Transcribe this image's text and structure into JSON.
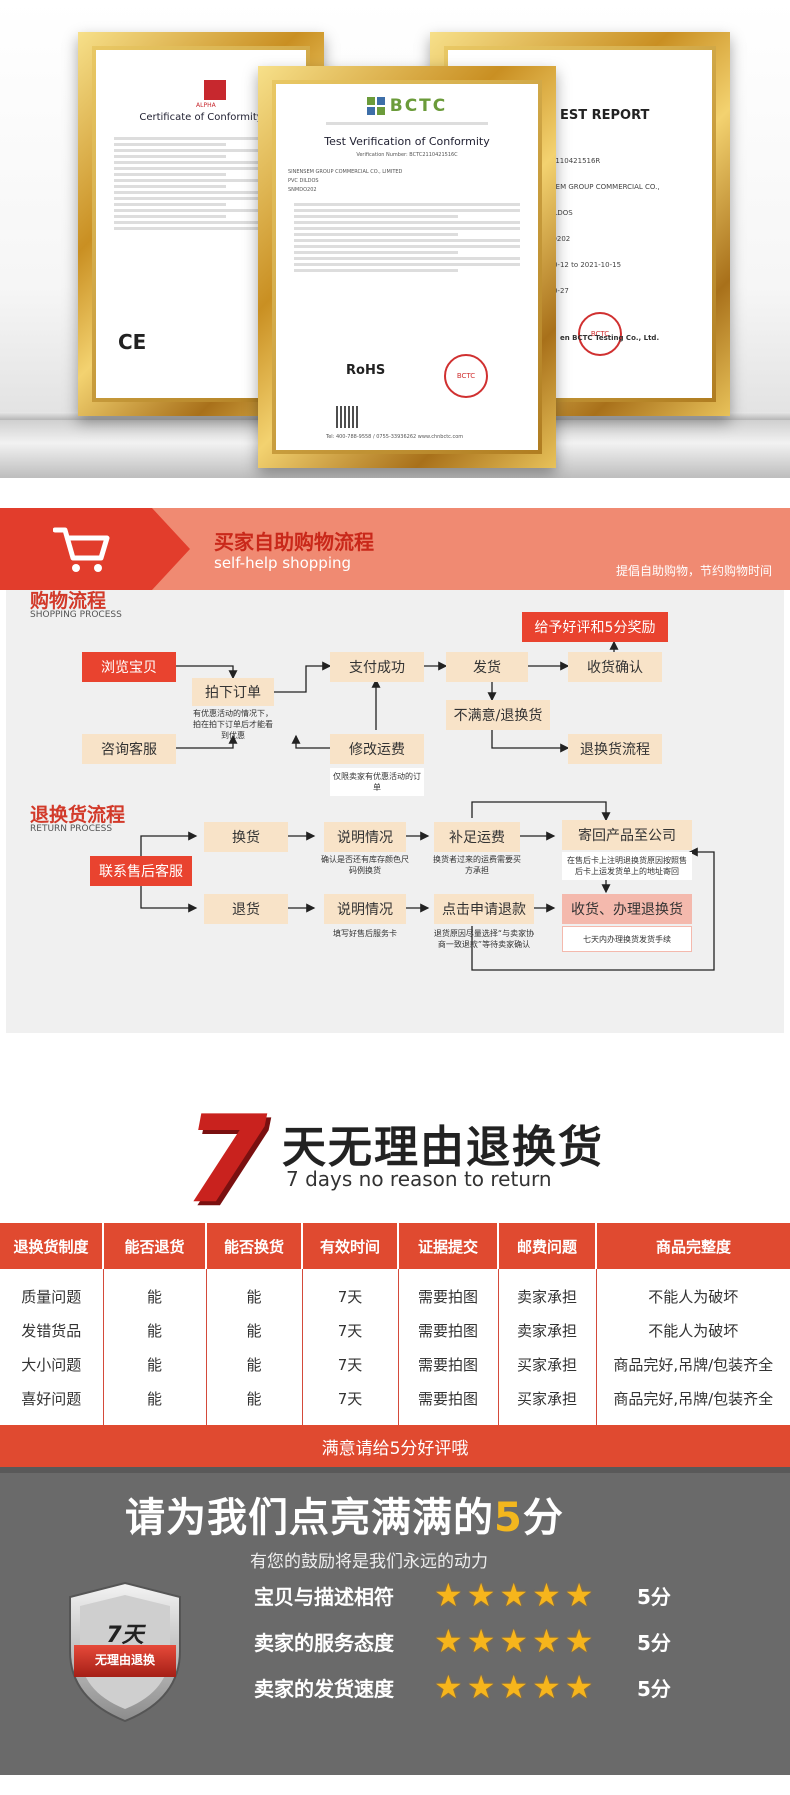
{
  "certificates": {
    "left": {
      "title": "Certificate of Conformity",
      "mark": "CE",
      "brand": "ALPHA"
    },
    "middle": {
      "logo": "BCTC",
      "title": "Test Verification of Conformity",
      "verification": "Verification Number: BCTC2110421516C",
      "applicant": "SINENSEM GROUP COMMERCIAL CO., LIMITED",
      "product_name": "PVC DILDOS",
      "product_type": "SNMDO202",
      "mark": "RoHS",
      "footer": "Tel: 400-788-9558 / 0755-33936262   www.chnbctc.com"
    },
    "right": {
      "title": "EST REPORT",
      "report_no": "C2110421516R",
      "company": "NSEM GROUP COMMERCIAL CO.,",
      "item": "DILDOS",
      "model": "DO202",
      "dates": "-10-12 to 2021-10-15",
      "issue": "-10-27",
      "testing": "en BCTC Testing Co., Ltd."
    }
  },
  "shopping": {
    "title": "买家自助购物流程",
    "subtitle": "self-help shopping",
    "right_text": "提倡自助购物，节约购物时间",
    "process_title": "购物流程",
    "process_sub": "SHOPPING PROCESS",
    "boxes": {
      "browse": "浏览宝贝",
      "order": "拍下订单",
      "consult": "咨询客服",
      "pay": "支付成功",
      "modify": "修改运费",
      "ship": "发货",
      "confirm": "收货确认",
      "praise": "给予好评和5分奖励",
      "unsatisfied": "不满意/退换货",
      "return_flow": "退换货流程"
    },
    "notes": {
      "order": "有优惠活动的情况下，拍在拍下订单后才能看到优惠",
      "modify": "仅限卖家有优惠活动的订单"
    }
  },
  "returns": {
    "title": "退换货流程",
    "sub": "RETURN PROCESS",
    "boxes": {
      "contact": "联系售后客服",
      "exchange": "换货",
      "explain1": "说明情况",
      "fee": "补足运费",
      "send": "寄回产品至公司",
      "refund": "退货",
      "explain2": "说明情况",
      "apply": "点击申请退款",
      "receive": "收货、办理退换货"
    },
    "notes": {
      "explain1": "确认是否还有库存颜色尺码例换货",
      "fee": "换货者过来的运费需要买方承担",
      "send": "在售后卡上注明退换货原因按照售后卡上运发货单上的地址寄回",
      "explain2": "填写好售后服务卡",
      "apply": "退货原因尽量选择“与卖家协商一致退款”等待卖家确认",
      "receive": "七天内办理换货发货手续"
    }
  },
  "seven_days": {
    "digit": "7",
    "title": "天无理由退换货",
    "subtitle": "7 days no reason to return"
  },
  "policy_table": {
    "headers": [
      "退换货制度",
      "能否退货",
      "能否换货",
      "有效时间",
      "证据提交",
      "邮费问题",
      "商品完整度"
    ],
    "rows": [
      [
        "质量问题",
        "能",
        "能",
        "7天",
        "需要拍图",
        "卖家承担",
        "不能人为破坏"
      ],
      [
        "发错货品",
        "能",
        "能",
        "7天",
        "需要拍图",
        "卖家承担",
        "不能人为破坏"
      ],
      [
        "大小问题",
        "能",
        "能",
        "7天",
        "需要拍图",
        "买家承担",
        "商品完好,吊牌/包装齐全"
      ],
      [
        "喜好问题",
        "能",
        "能",
        "7天",
        "需要拍图",
        "买家承担",
        "商品完好,吊牌/包装齐全"
      ]
    ],
    "banner": "满意请给5分好评哦"
  },
  "rating": {
    "title_pre": "请为我们点亮满满的",
    "title_five": "5",
    "title_post": "分",
    "subtitle": "有您的鼓励将是我们永远的动力",
    "shield_top": "7天",
    "shield_bottom": "无理由退换",
    "rows": [
      {
        "label": "宝贝与描述相符",
        "stars": 5,
        "score": "5分"
      },
      {
        "label": "卖家的服务态度",
        "stars": 5,
        "score": "5分"
      },
      {
        "label": "卖家的发货速度",
        "stars": 5,
        "score": "5分"
      }
    ]
  },
  "colors": {
    "accent": "#e04a30",
    "gold": "#c98f22",
    "star": "#f6b51c",
    "box": "#f8e3c8"
  }
}
